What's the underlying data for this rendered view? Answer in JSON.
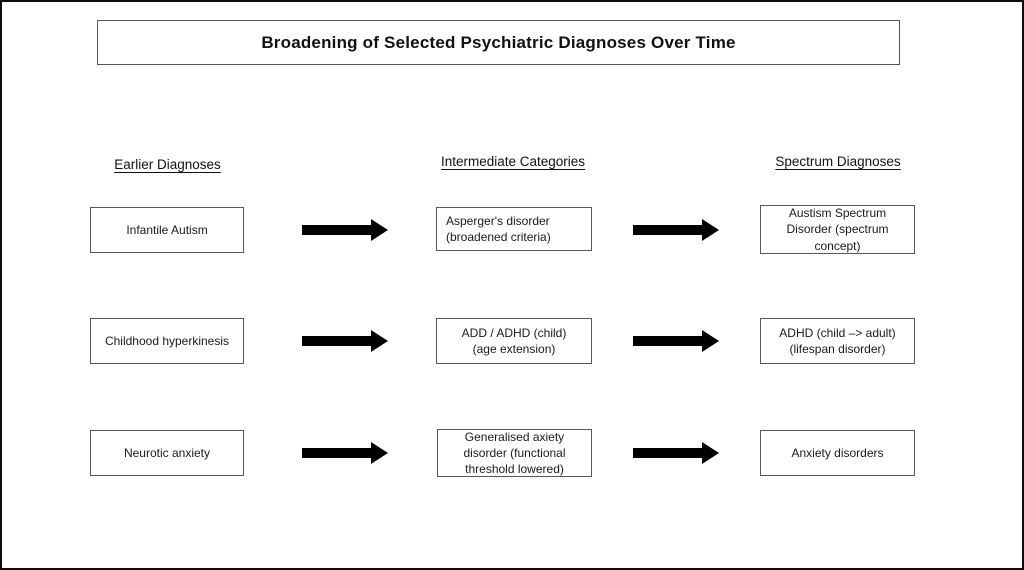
{
  "title": "Broadening of Selected Psychiatric Diagnoses Over Time",
  "columns": {
    "earlier": {
      "label": "Earlier Diagnoses"
    },
    "intermediate": {
      "label": "Intermediate Categories"
    },
    "spectrum": {
      "label": "Spectrum Diagnoses"
    }
  },
  "rows": [
    {
      "earlier": "Infantile Autism",
      "intermediate": "Asperger's disorder\n(broadened criteria)",
      "spectrum": "Austism Spectrum\nDisorder (spectrum\nconcept)"
    },
    {
      "earlier": "Childhood hyperkinesis",
      "intermediate": "ADD / ADHD (child)\n(age extension)",
      "spectrum": "ADHD (child –> adult)\n(lifespan disorder)"
    },
    {
      "earlier": "Neurotic anxiety",
      "intermediate": "Generalised axiety\ndisorder (functional\nthreshold lowered)",
      "spectrum": "Anxiety disorders"
    }
  ],
  "icons": {
    "arrow_right": "block-right-arrow"
  },
  "colors": {
    "arrow": "#000000",
    "box_border": "#595959",
    "outer_border": "#0d0d0d",
    "text": "#1a1a1a"
  }
}
